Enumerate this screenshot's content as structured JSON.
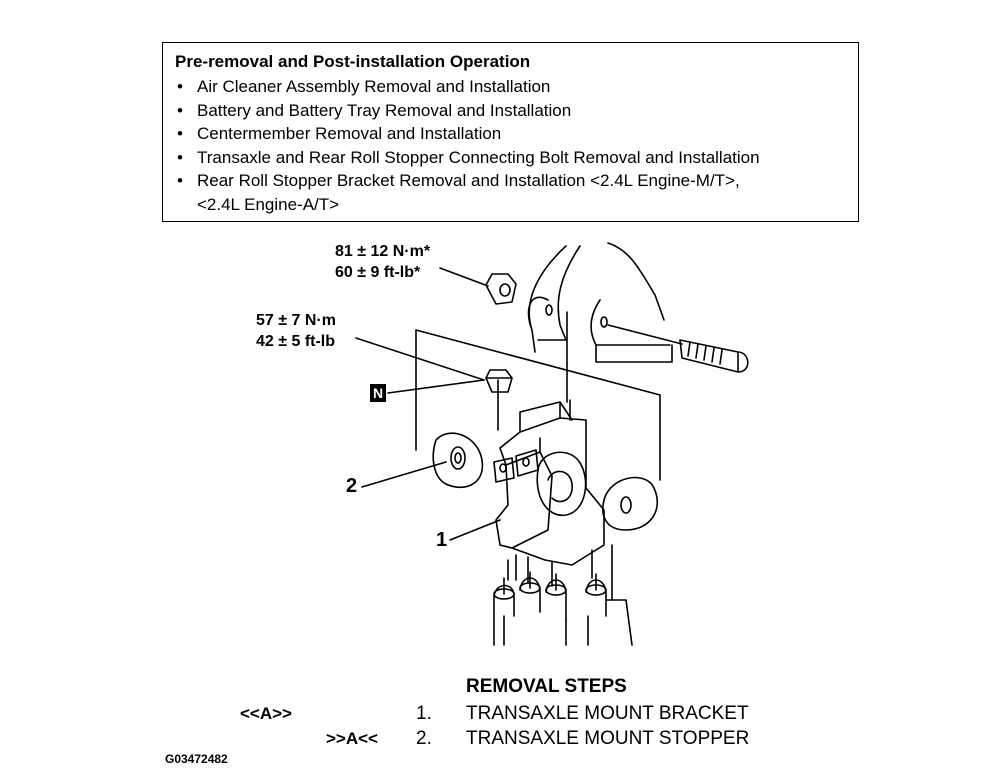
{
  "infobox": {
    "title": "Pre-removal and Post-installation Operation",
    "items": [
      "Air Cleaner Assembly Removal and Installation",
      "Battery and Battery Tray Removal and Installation",
      "Centermember Removal and Installation",
      "Transaxle and Rear Roll Stopper Connecting Bolt Removal and Installation",
      "Rear Roll Stopper Bracket Removal and Installation <2.4L Engine-M/T>,"
    ],
    "item5_line2": "<2.4L Engine-A/T>"
  },
  "diagram": {
    "torque1_nm": "81 ± 12 N·m*",
    "torque1_ftlb": "60 ± 9 ft-lb*",
    "torque2_nm": "57 ± 7 N·m",
    "torque2_ftlb": "42 ± 5 ft-lb",
    "badge": "N",
    "callout1": "1",
    "callout2": "2"
  },
  "steps": {
    "title": "REMOVAL STEPS",
    "items": [
      {
        "ref": "<<A>>",
        "num": "1.",
        "text": "TRANSAXLE MOUNT BRACKET"
      },
      {
        "ref": ">>A<<",
        "num": "2.",
        "text": "TRANSAXLE MOUNT STOPPER"
      }
    ]
  },
  "figure_id": "G03472482"
}
